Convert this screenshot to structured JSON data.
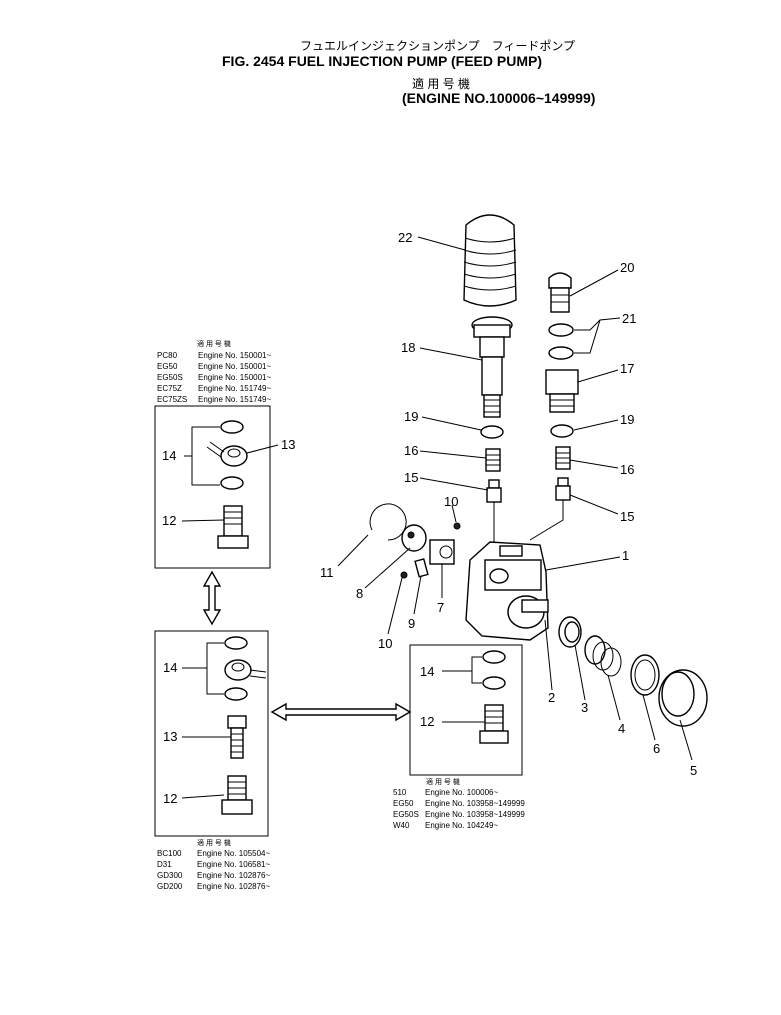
{
  "header": {
    "jp_title": "フュエルインジェクションポンプ　フィードポンプ",
    "fig_title": "FIG. 2454  FUEL INJECTION PUMP (FEED PUMP)",
    "jp_applicable": "適 用 号 機",
    "engine_range": "(ENGINE NO.100006~149999)"
  },
  "callouts": {
    "c1": "1",
    "c2": "2",
    "c3": "3",
    "c4": "4",
    "c5": "5",
    "c6": "6",
    "c7": "7",
    "c8": "8",
    "c9": "9",
    "c10a": "10",
    "c10b": "10",
    "c11": "11",
    "c12a": "12",
    "c12b": "12",
    "c12c": "12",
    "c13a": "13",
    "c13b": "13",
    "c14a": "14",
    "c14b": "14",
    "c14c": "14",
    "c15a": "15",
    "c15b": "15",
    "c16a": "16",
    "c16b": "16",
    "c17": "17",
    "c18": "18",
    "c19a": "19",
    "c19b": "19",
    "c20": "20",
    "c21": "21",
    "c22": "22"
  },
  "applicability": {
    "box_a": {
      "header": "適 用 号 機",
      "rows": [
        {
          "model": "PC80",
          "engine": "Engine No. 150001~"
        },
        {
          "model": "EG50",
          "engine": "Engine No. 150001~"
        },
        {
          "model": "EG50S",
          "engine": "Engine No. 150001~"
        },
        {
          "model": "EC75Z",
          "engine": "Engine No. 151749~"
        },
        {
          "model": "EC75ZS",
          "engine": "Engine No. 151749~"
        }
      ]
    },
    "box_b": {
      "header": "適 用 号 機",
      "rows": [
        {
          "model": "BC100",
          "engine": "Engine No. 105504~"
        },
        {
          "model": "D31",
          "engine": "Engine No. 106581~"
        },
        {
          "model": "GD300",
          "engine": "Engine No. 102876~"
        },
        {
          "model": "GD200",
          "engine": "Engine No. 102876~"
        }
      ]
    },
    "box_c": {
      "header": "適 用 号 機",
      "rows": [
        {
          "model": "510",
          "engine": "Engine No. 100006~"
        },
        {
          "model": "EG50",
          "engine": "Engine No. 103958~149999"
        },
        {
          "model": "EG50S",
          "engine": "Engine No. 103958~149999"
        },
        {
          "model": "W40",
          "engine": "Engine No. 104249~"
        }
      ]
    }
  }
}
